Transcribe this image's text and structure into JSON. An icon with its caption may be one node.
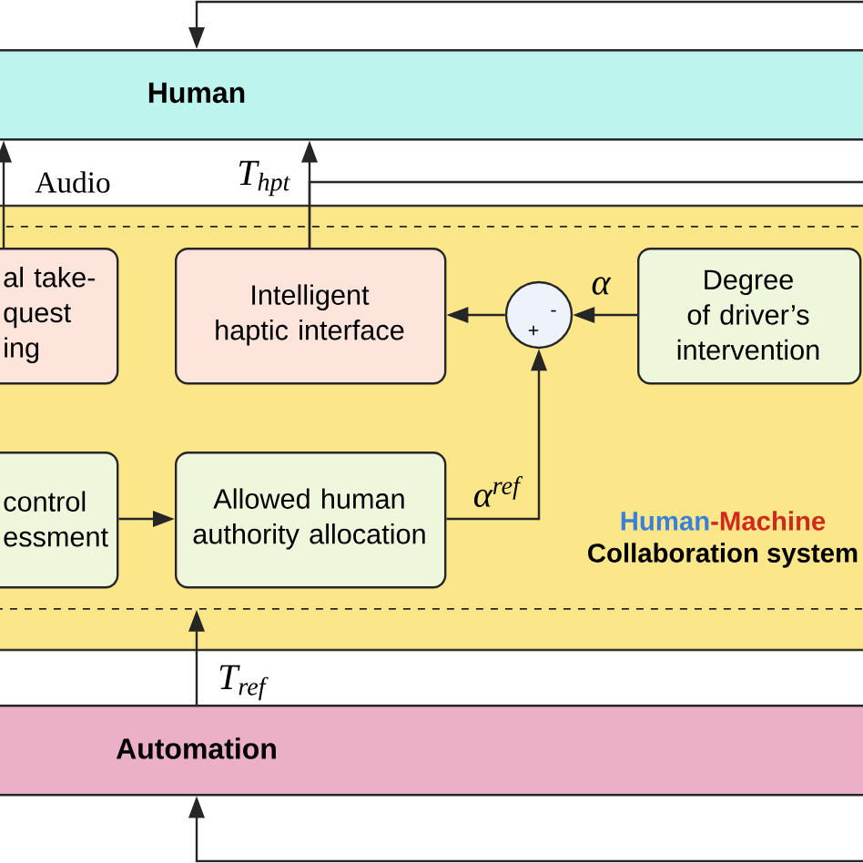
{
  "diagram": {
    "nodes": [
      {
        "text": [
          "Human"
        ]
      },
      {
        "text": [
          "Human",
          "-Machine",
          "Collaboration system"
        ]
      },
      {
        "text": [
          "al take- quest ing"
        ],
        "in": 1
      },
      {
        "text": [
          "Intelligent haptic interface"
        ],
        "in": 1
      },
      {
        "text": [
          "+",
          "-"
        ],
        "in": 1
      },
      {
        "text": [
          "Degree of driver’s intervention"
        ],
        "in": 1
      },
      {
        "text": [
          "control essment"
        ],
        "in": 1
      },
      {
        "text": [
          "Allowed human authority allocation"
        ],
        "in": 1
      },
      {
        "text": [
          "Automation"
        ]
      }
    ],
    "edges": [
      {
        "from": null,
        "to": 0,
        "arrow": "to"
      },
      {
        "from": 2,
        "to": 0,
        "arrow": "to",
        "label": "Audio"
      },
      {
        "from": 3,
        "to": 0,
        "arrow": "to",
        "label": "T$_{hpt}$"
      },
      {
        "from": 3,
        "to": null,
        "arrow": "none"
      },
      {
        "from": 4,
        "to": 3,
        "arrow": "to"
      },
      {
        "from": 5,
        "to": 4,
        "arrow": "to",
        "label": "α"
      },
      {
        "from": 7,
        "to": 4,
        "arrow": "to",
        "label": "α$^{ref}$"
      },
      {
        "from": 6,
        "to": 7,
        "arrow": "to"
      },
      {
        "from": 8,
        "to": 1,
        "arrow": "to",
        "label": "T$_{ref}$"
      },
      {
        "from": null,
        "to": 8,
        "arrow": "to"
      }
    ]
  }
}
